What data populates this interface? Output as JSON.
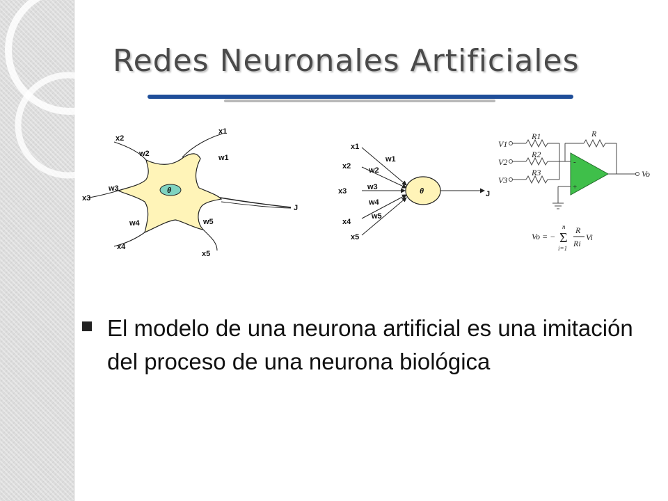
{
  "slide": {
    "title": "Redes Neuronales  Artificiales",
    "bullet": "El modelo de una neurona artificial es una imitación del proceso de una neurona biológica"
  },
  "colors": {
    "accent_rule": "#1f4e99",
    "neuron_fill": "#fff4b8",
    "nucleus_fill": "#7fd3c0"
  },
  "biological_neuron": {
    "theta": "θ",
    "inputs": [
      "x1",
      "x2",
      "x3",
      "x4",
      "x5"
    ],
    "weights": [
      "w1",
      "w2",
      "w3",
      "w4",
      "w5"
    ],
    "output": "J"
  },
  "artificial_neuron": {
    "theta": "θ",
    "inputs": [
      "x1",
      "x2",
      "x3",
      "x4",
      "x5"
    ],
    "weights": [
      "w1",
      "w2",
      "w3",
      "w4",
      "w5"
    ],
    "output": "J"
  },
  "circuit": {
    "sources": [
      "V1",
      "V2",
      "V3"
    ],
    "input_resistors": [
      "R1",
      "R2",
      "R3"
    ],
    "feedback_resistor": "R",
    "output": "Vo",
    "minus": "-",
    "plus": "+",
    "formula": {
      "lhs": "Vo = −",
      "upper": "n",
      "lower": "i=1",
      "frac_num": "R",
      "frac_den": "Ri",
      "term": "Vi"
    }
  }
}
